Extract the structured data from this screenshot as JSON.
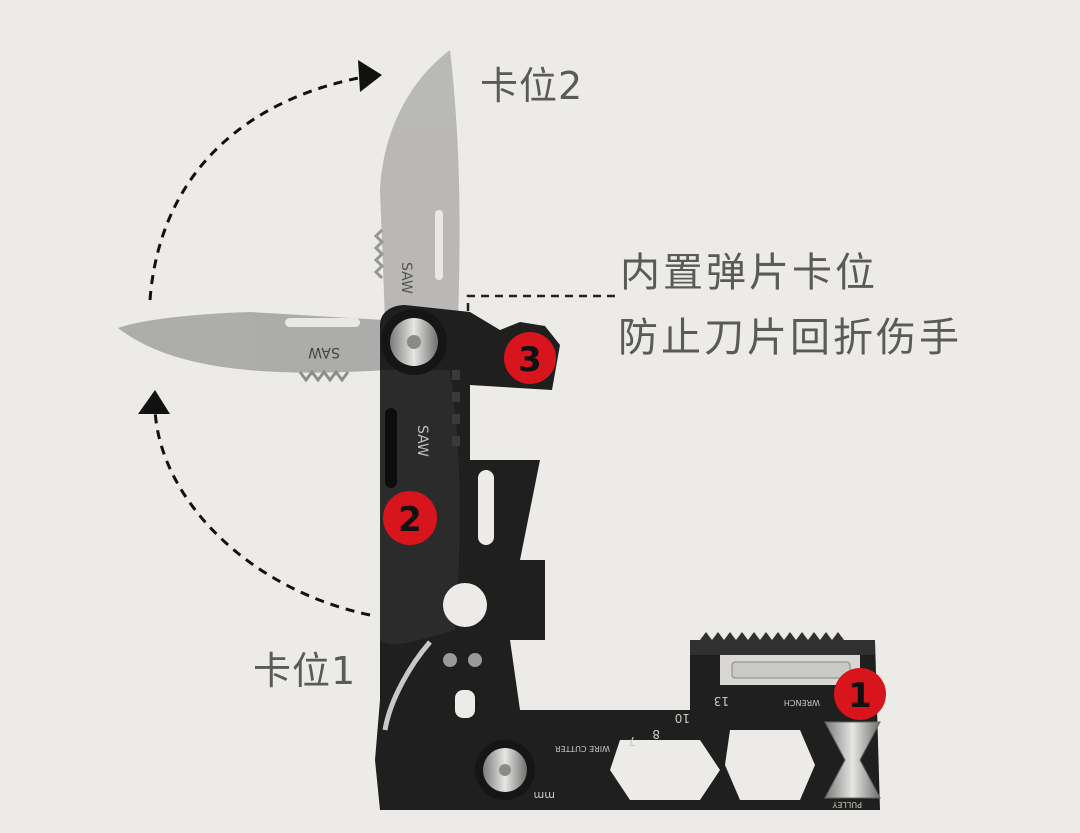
{
  "labels": {
    "position2": "卡位2",
    "position1": "卡位1",
    "callout_line1": "内置弹片卡位",
    "callout_line2": "防止刀片回折伤手"
  },
  "markers": [
    "1",
    "2",
    "3"
  ],
  "blade_stamp": "SAW",
  "tool_engravings": {
    "wrench": "WRENCH",
    "wire_cutter": "WIRE CUTTER",
    "pulley": "PULLEY",
    "unit": "mm",
    "sizes": [
      "13",
      "10",
      "8",
      "7"
    ]
  },
  "colors": {
    "background": "#ecebe7",
    "marker_red": "#d8141c",
    "tool_dark": "#1f1f1f",
    "ghost_blade": "#a8a8a6"
  }
}
